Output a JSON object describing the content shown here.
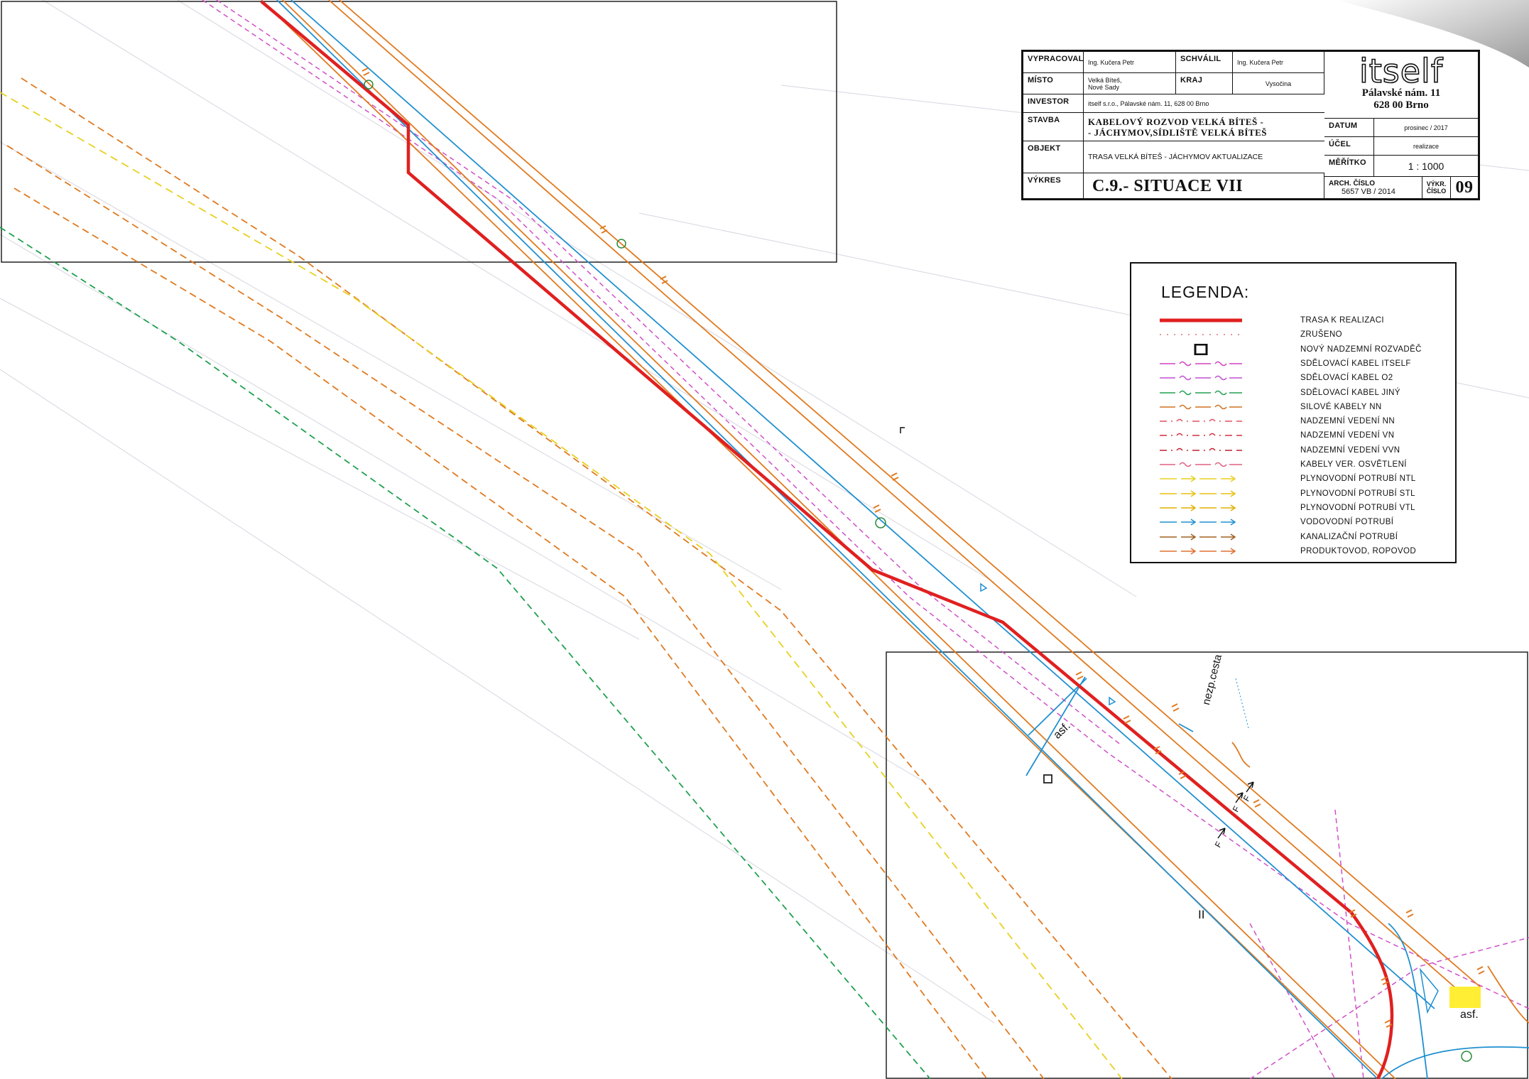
{
  "title_block": {
    "vypracoval_label": "VYPRACOVAL",
    "vypracoval_value": "Ing. Kučera Petr",
    "schvalil_label": "SCHVÁLIL",
    "schvalil_value": "Ing. Kučera Petr",
    "misto_label": "MÍSTO",
    "misto_value_1": "Velká Bíteš,",
    "misto_value_2": "Nové Sady",
    "kraj_label": "KRAJ",
    "kraj_value": "Vysočina",
    "investor_label": "INVESTOR",
    "investor_value": "itself s.r.o., Pálavské nám. 11, 628 00 Brno",
    "stavba_label": "STAVBA",
    "stavba_value_1": "KABELOVÝ ROZVOD VELKÁ BÍTEŠ -",
    "stavba_value_2": "- JÁCHYMOV,SÍDLIŠTĚ VELKÁ BÍTEŠ",
    "objekt_label": "OBJEKT",
    "objekt_value": "TRASA VELKÁ BÍTEŠ - JÁCHYMOV AKTUALIZACE",
    "vykres_label": "VÝKRES",
    "vykres_value": "C.9.- SITUACE VII",
    "logo": "itself",
    "address_1": "Pálavské nám. 11",
    "address_2": "628 00 Brno",
    "datum_label": "DATUM",
    "datum_value": "prosinec / 2017",
    "ucel_label": "ÚČEL",
    "ucel_value": "realizace",
    "meritko_label": "MĚŘÍTKO",
    "meritko_value": "1 : 1000",
    "arch_label": "ARCH. ČÍSLO",
    "arch_value": "5657 VB / 2014",
    "vykr_cislo_label_1": "VÝKR.",
    "vykr_cislo_label_2": "ČÍSLO",
    "vykr_cislo_value": "09"
  },
  "legend": {
    "title": "LEGENDA:",
    "items": [
      {
        "label": "TRASA K REALIZACI",
        "color": "#e02020",
        "style": "solid-thick"
      },
      {
        "label": "ZRUŠENO",
        "color": "#e07070",
        "style": "dotted"
      },
      {
        "label": "NOVÝ NADZEMNÍ ROZVADĚČ",
        "color": "#111111",
        "style": "box"
      },
      {
        "label": "SDĚLOVACÍ KABEL ITSELF",
        "color": "#d040c0",
        "style": "wave-dash"
      },
      {
        "label": "SDĚLOVACÍ KABEL O2",
        "color": "#c050d0",
        "style": "wave-dash"
      },
      {
        "label": "SDĚLOVACÍ KABEL JINÝ",
        "color": "#20a050",
        "style": "wave-dash"
      },
      {
        "label": "SILOVÉ KABELY NN",
        "color": "#d07020",
        "style": "wave-dash"
      },
      {
        "label": "NADZEMNÍ VEDENÍ NN",
        "color": "#e05060",
        "style": "dot-dash"
      },
      {
        "label": "NADZEMNÍ VEDENÍ VN",
        "color": "#d03040",
        "style": "dot-dash"
      },
      {
        "label": "NADZEMNÍ VEDENÍ VVN",
        "color": "#c02030",
        "style": "dot-dash"
      },
      {
        "label": "KABELY VER. OSVĚTLENÍ",
        "color": "#e06080",
        "style": "wave-dash"
      },
      {
        "label": "PLYNOVODNÍ POTRUBÍ NTL",
        "color": "#e8d020",
        "style": "arrow-dash"
      },
      {
        "label": "PLYNOVODNÍ POTRUBÍ STL",
        "color": "#e8c010",
        "style": "arrow-dash"
      },
      {
        "label": "PLYNOVODNÍ POTRUBÍ VTL",
        "color": "#e0b000",
        "style": "arrow-dash"
      },
      {
        "label": "VODOVODNÍ POTRUBÍ",
        "color": "#2090d0",
        "style": "arrow-dash"
      },
      {
        "label": "KANALIZAČNÍ POTRUBÍ",
        "color": "#a06020",
        "style": "arrow-dash"
      },
      {
        "label": "PRODUKTOVOD, ROPOVOD",
        "color": "#e07030",
        "style": "arrow-dash"
      }
    ]
  },
  "map_labels": {
    "asf_1": "asf.",
    "nezp_cesta": "nezp.cesta",
    "asf_2": "asf.",
    "f_1": "F",
    "f_2": "F",
    "f_3": "F",
    "ii_mark": "II",
    "r_mark": "r"
  },
  "colors": {
    "route_red": "#e02020",
    "water_blue": "#2090d0",
    "road_orange": "#e07a20",
    "telecom_pink": "#d040c0",
    "gas_yellow": "#e8d020",
    "other_green": "#20a050",
    "sticky_yellow": "#ffee33"
  }
}
